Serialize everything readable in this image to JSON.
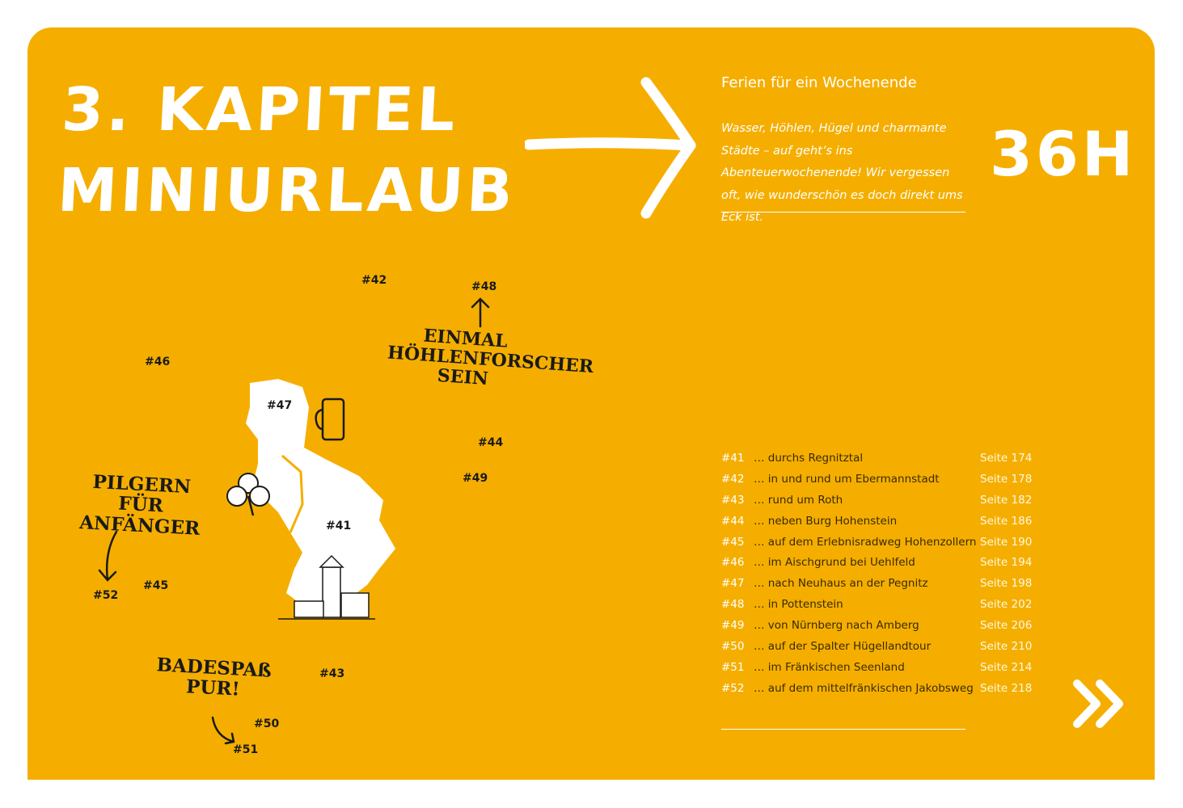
{
  "chapter": {
    "line1": "3. KAPITEL",
    "line2": "MINIURLAUB"
  },
  "subtitle": "Ferien für ein Wochenende",
  "intro": "Wasser, Höhlen, Hügel und charmante Städte – auf geht’s ins Abenteuerwochen­ende! Wir vergessen oft, wie wunderschön es doch direkt ums Eck ist.",
  "hours": "36H",
  "map": {
    "tags": [
      "#42",
      "#48",
      "#46",
      "#47",
      "#44",
      "#49",
      "#41",
      "#45",
      "#52",
      "#43",
      "#50",
      "#51"
    ],
    "labels": {
      "hoehlen": [
        "EINMAL",
        "HÖHLENFORSCHER",
        "SEIN"
      ],
      "pilgern": [
        "PILGERN",
        "FÜR ANFÄNGER"
      ],
      "bade": [
        "BADESPAß",
        "PUR!"
      ]
    }
  },
  "toc": [
    {
      "num": "#41",
      "text": "… durchs Regnitztal",
      "page": "Seite 174"
    },
    {
      "num": "#42",
      "text": "… in und rund um Ebermannstadt",
      "page": "Seite 178"
    },
    {
      "num": "#43",
      "text": "… rund um Roth",
      "page": "Seite 182"
    },
    {
      "num": "#44",
      "text": "… neben Burg Hohenstein",
      "page": "Seite 186"
    },
    {
      "num": "#45",
      "text": "… auf dem Erlebnisradweg Hohenzollern",
      "page": "Seite 190"
    },
    {
      "num": "#46",
      "text": "… im Aischgrund bei Uehlfeld",
      "page": "Seite 194"
    },
    {
      "num": "#47",
      "text": "… nach Neuhaus an der Pegnitz",
      "page": "Seite 198"
    },
    {
      "num": "#48",
      "text": "… in Pottenstein",
      "page": "Seite 202"
    },
    {
      "num": "#49",
      "text": "… von Nürnberg nach Amberg",
      "page": "Seite 206"
    },
    {
      "num": "#50",
      "text": "… auf der Spalter Hügellandtour",
      "page": "Seite 210"
    },
    {
      "num": "#51",
      "text": "… im Fränkischen Seenland",
      "page": "Seite 214"
    },
    {
      "num": "#52",
      "text": "… auf dem mittelfränkischen Jakobsweg",
      "page": "Seite 218"
    }
  ],
  "colors": {
    "background": "#f5ae00",
    "text_light": "#ffffff",
    "text_dark": "#1a1a1a"
  },
  "icons": [
    "arrow-right-icon",
    "double-chevron-right-icon",
    "beer-mug-icon",
    "clover-icon",
    "castle-icon"
  ]
}
